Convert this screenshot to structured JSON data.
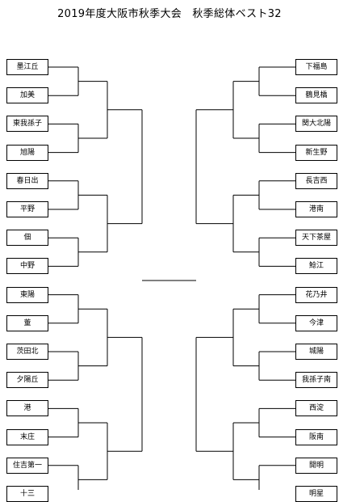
{
  "title": "2019年度大阪市秋季大会　秋季総体ベスト32",
  "left_teams": [
    "墨江丘",
    "加美",
    "東我孫子",
    "旭陽",
    "春日出",
    "平野",
    "佃",
    "中野",
    "東陽",
    "董",
    "茨田北",
    "夕陽丘",
    "港",
    "末庄",
    "住吉第一",
    "十三"
  ],
  "right_teams": [
    "下福島",
    "鶴見橋",
    "関大北陽",
    "新生野",
    "長吉西",
    "港南",
    "天下茶屋",
    "鯰江",
    "花乃井",
    "今津",
    "城陽",
    "我孫子南",
    "西淀",
    "阪南",
    "開明",
    "明星"
  ]
}
